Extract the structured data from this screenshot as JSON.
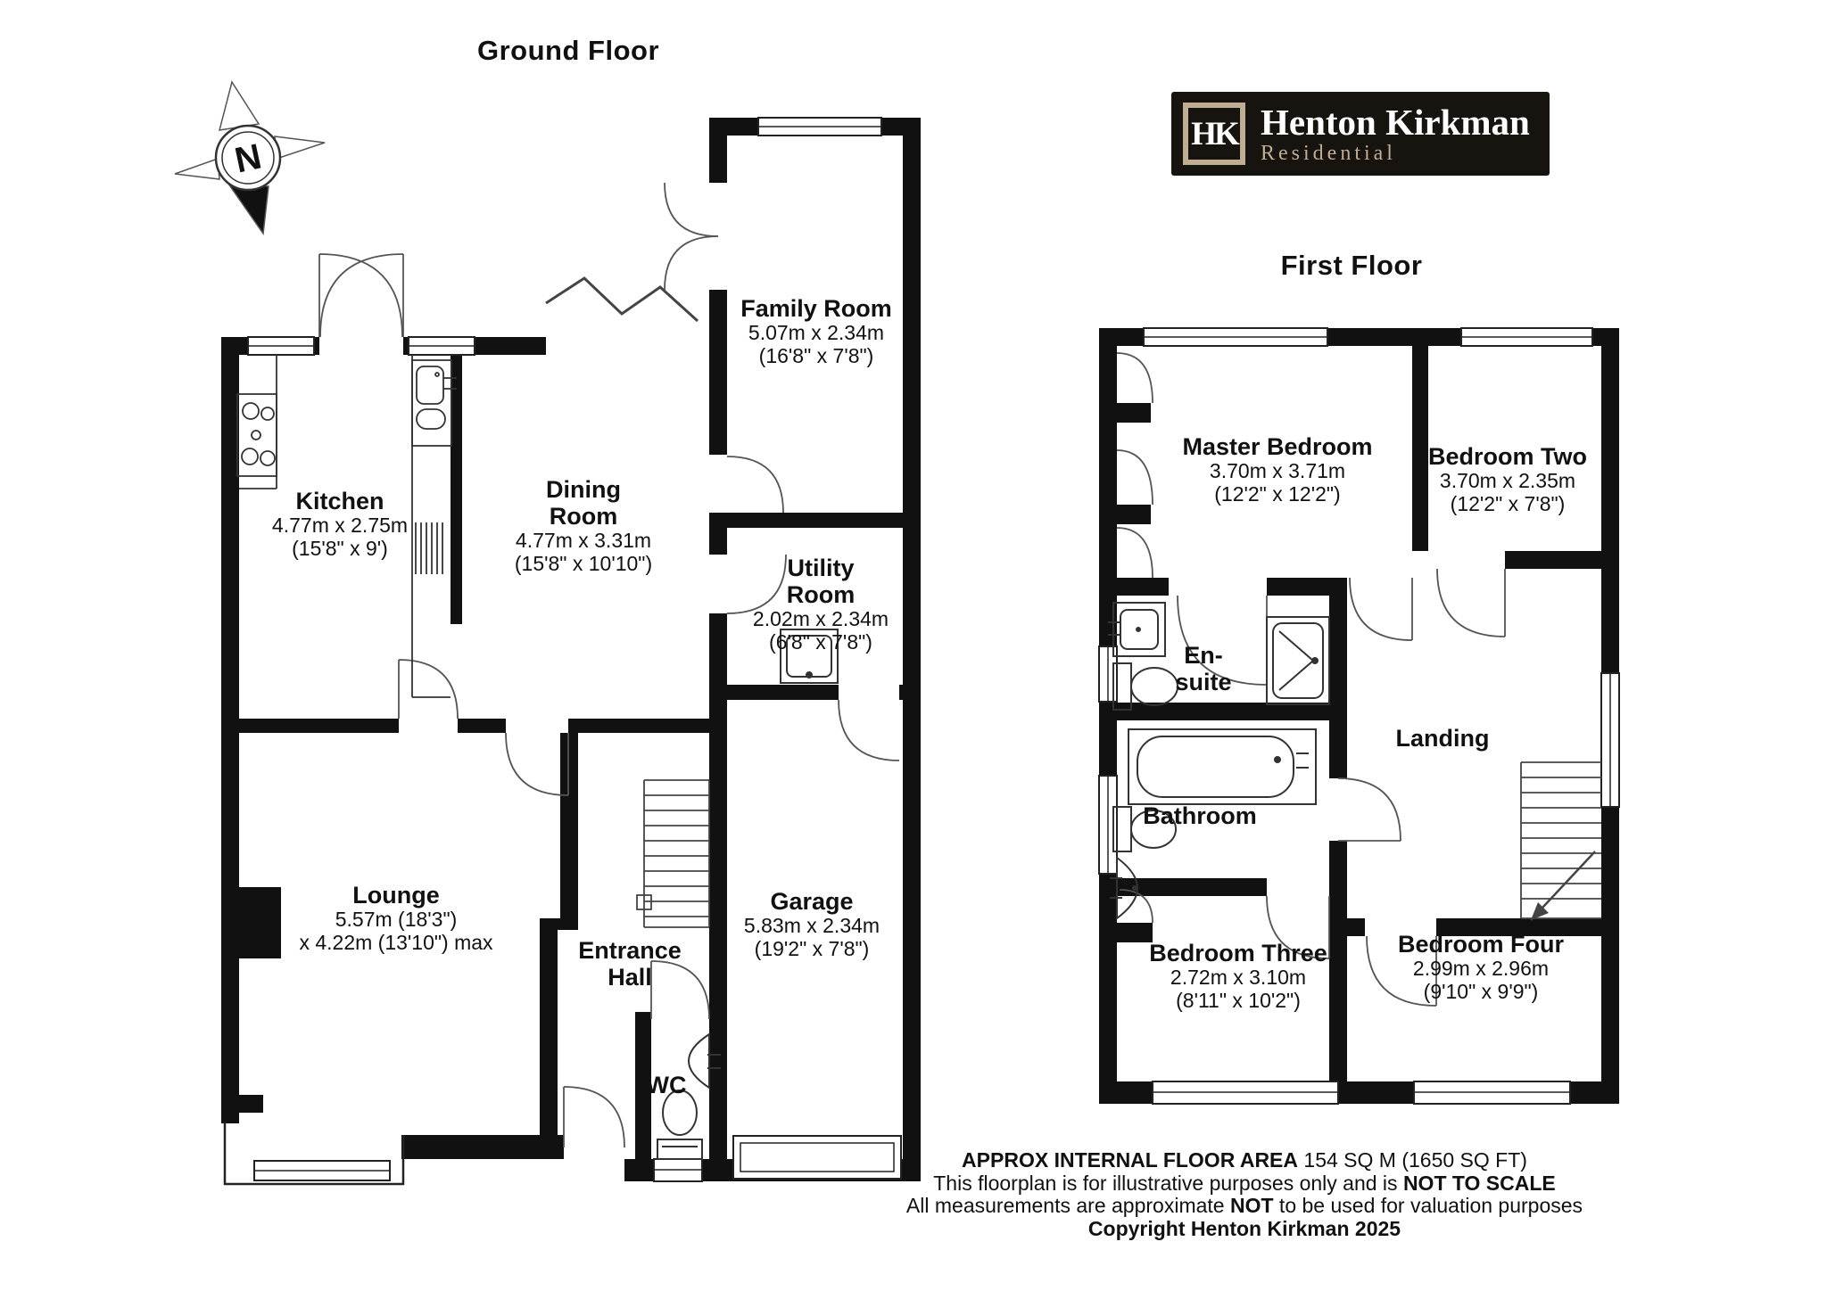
{
  "titles": {
    "ground_floor": "Ground Floor",
    "first_floor": "First Floor"
  },
  "compass": {
    "north_label": "N"
  },
  "logo": {
    "monogram": "HK",
    "name": "Henton Kirkman",
    "tagline": "Residential",
    "bg_color": "#17130f",
    "accent_color": "#bfae94"
  },
  "ground_floor": {
    "rooms": [
      {
        "key": "family-room",
        "name": "Family Room",
        "dims": [
          "5.07m x 2.34m",
          "(16'8\" x 7'8\")"
        ]
      },
      {
        "key": "kitchen",
        "name": "Kitchen",
        "dims": [
          "4.77m x 2.75m",
          "(15'8\" x 9')"
        ]
      },
      {
        "key": "dining-room",
        "name": "Dining",
        "name2": "Room",
        "dims": [
          "4.77m x 3.31m",
          "(15'8\" x 10'10\")"
        ]
      },
      {
        "key": "utility-room",
        "name": "Utility",
        "name2": "Room",
        "dims": [
          "2.02m x 2.34m",
          "(6'8\" x 7'8\")"
        ]
      },
      {
        "key": "lounge",
        "name": "Lounge",
        "dims": [
          "5.57m (18'3\")",
          "x 4.22m (13'10\") max"
        ]
      },
      {
        "key": "entrance-hall",
        "name": "Entrance",
        "name2": "Hall",
        "dims": []
      },
      {
        "key": "wc",
        "name": "WC",
        "dims": []
      },
      {
        "key": "garage",
        "name": "Garage",
        "dims": [
          "5.83m x 2.34m",
          "(19'2\" x 7'8\")"
        ]
      }
    ]
  },
  "first_floor": {
    "rooms": [
      {
        "key": "master-bedroom",
        "name": "Master Bedroom",
        "dims": [
          "3.70m x 3.71m",
          "(12'2\" x 12'2\")"
        ]
      },
      {
        "key": "bedroom-two",
        "name": "Bedroom Two",
        "dims": [
          "3.70m x 2.35m",
          "(12'2\" x 7'8\")"
        ]
      },
      {
        "key": "en-suite",
        "name": "En-",
        "name2": "suite",
        "dims": []
      },
      {
        "key": "landing",
        "name": "Landing",
        "dims": []
      },
      {
        "key": "bathroom",
        "name": "Bathroom",
        "dims": []
      },
      {
        "key": "bedroom-three",
        "name": "Bedroom Three",
        "dims": [
          "2.72m x 3.10m",
          "(8'11\" x 10'2\")"
        ]
      },
      {
        "key": "bedroom-four",
        "name": "Bedroom Four",
        "dims": [
          "2.99m x 2.96m",
          "(9'10\" x 9'9\")"
        ]
      }
    ]
  },
  "footer": {
    "line1_bold": "APPROX INTERNAL FLOOR AREA",
    "line1_rest": "  154 SQ M (1650 SQ FT)",
    "line2_pre": "This floorplan is for illustrative purposes only and is ",
    "line2_bold": "NOT TO SCALE",
    "line3_pre": "All measurements are approximate ",
    "line3_bold": "NOT",
    "line3_post": " to be used for valuation purposes",
    "line4": "Copyright Henton Kirkman 2025"
  }
}
